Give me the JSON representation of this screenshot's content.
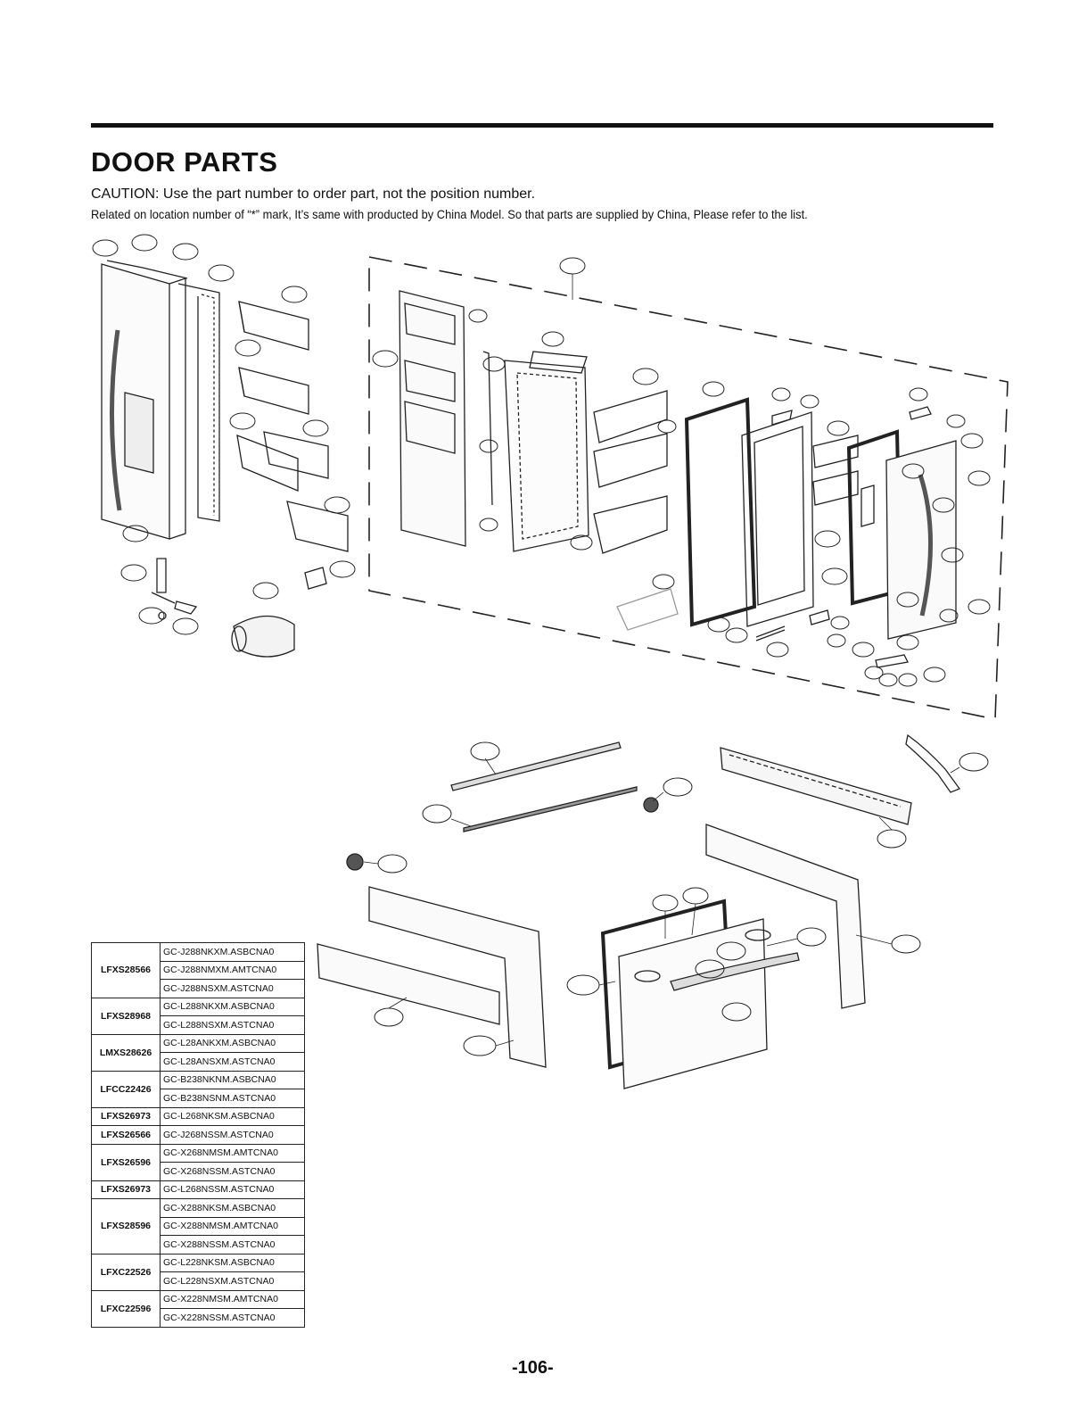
{
  "header": {
    "title": "DOOR PARTS",
    "caution": "CAUTION: Use the part number to order part, not the position number.",
    "note": "Related on location number of “*” mark, It’s same with producted by China Model. So that parts are supplied by China, Please refer to the list."
  },
  "model_table": [
    {
      "model": "LFXS28566",
      "codes": [
        "GC-J288NKXM.ASBCNA0",
        "GC-J288NMXM.AMTCNA0",
        "GC-J288NSXM.ASTCNA0"
      ]
    },
    {
      "model": "LFXS28968",
      "codes": [
        "GC-L288NKXM.ASBCNA0",
        "GC-L288NSXM.ASTCNA0"
      ]
    },
    {
      "model": "LMXS28626",
      "codes": [
        "GC-L28ANKXM.ASBCNA0",
        "GC-L28ANSXM.ASTCNA0"
      ]
    },
    {
      "model": "LFCC22426",
      "codes": [
        "GC-B238NKNM.ASBCNA0",
        "GC-B238NSNM.ASTCNA0"
      ]
    },
    {
      "model": "LFXS26973",
      "codes": [
        "GC-L268NKSM.ASBCNA0"
      ]
    },
    {
      "model": "LFXS26566",
      "codes": [
        "GC-J268NSSM.ASTCNA0"
      ]
    },
    {
      "model": "LFXS26596",
      "codes": [
        "GC-X268NMSM.AMTCNA0",
        "GC-X268NSSM.ASTCNA0"
      ]
    },
    {
      "model": "LFXS26973",
      "codes": [
        "GC-L268NSSM.ASTCNA0"
      ]
    },
    {
      "model": "LFXS28596",
      "codes": [
        "GC-X288NKSM.ASBCNA0",
        "GC-X288NMSM.AMTCNA0",
        "GC-X288NSSM.ASTCNA0"
      ]
    },
    {
      "model": "LFXC22526",
      "codes": [
        "GC-L228NKSM.ASBCNA0",
        "GC-L228NSXM.ASTCNA0"
      ]
    },
    {
      "model": "LFXC22596",
      "codes": [
        "GC-X228NMSM.AMTCNA0",
        "GC-X228NSSM.ASTCNA0"
      ]
    }
  ],
  "footer": {
    "page_number": "-106-"
  }
}
